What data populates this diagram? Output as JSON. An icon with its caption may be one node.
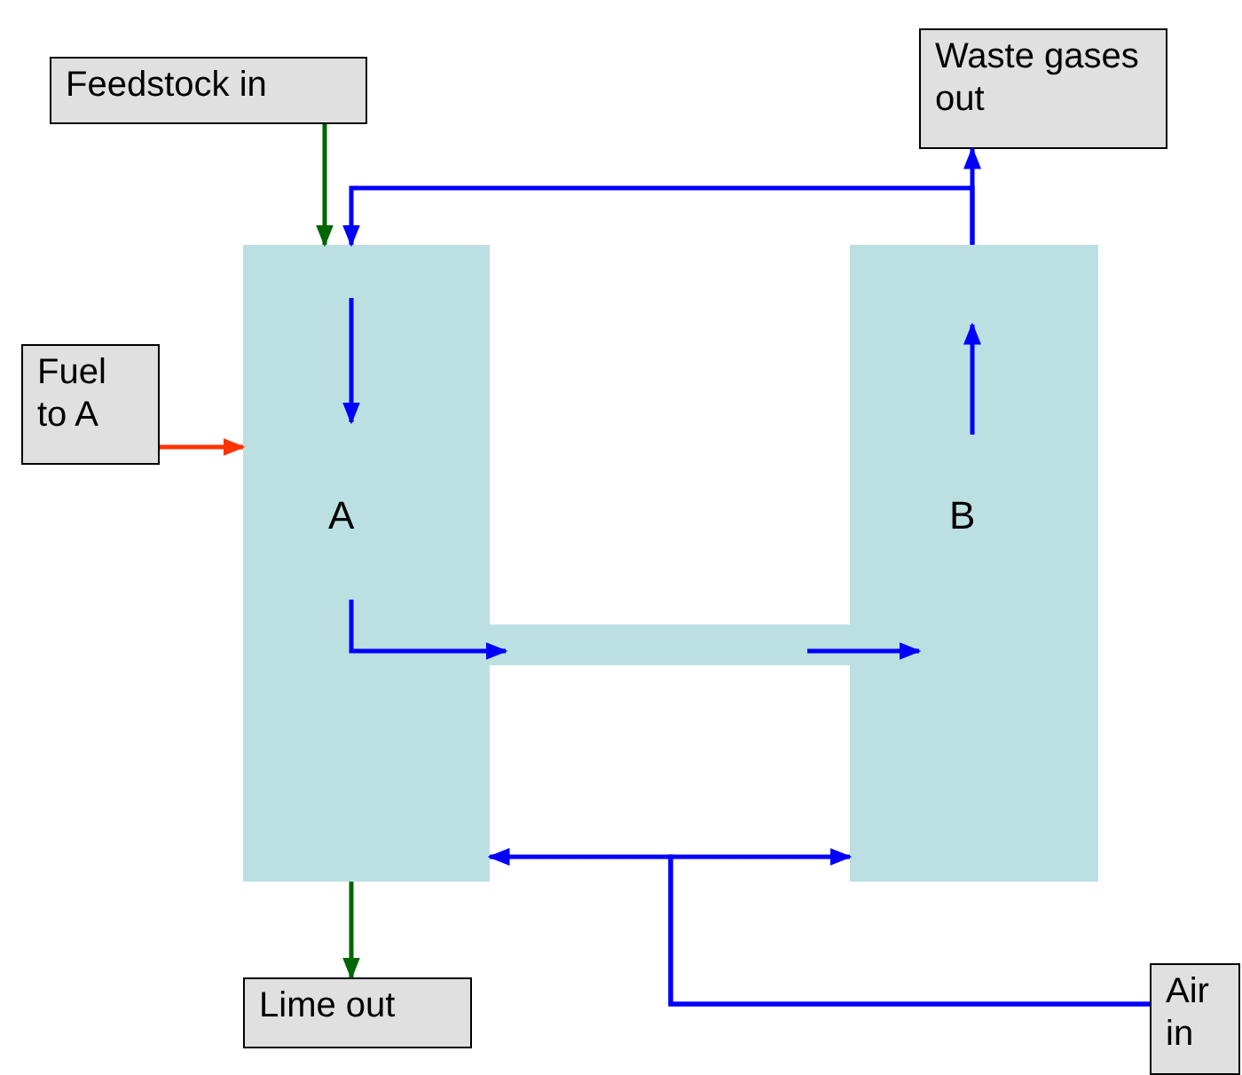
{
  "diagram": {
    "nodes": [
      {
        "text": [
          "Feedstock in"
        ]
      },
      {
        "text": [
          "Waste gases out"
        ]
      },
      {
        "text": [
          "Fuel to A"
        ]
      },
      {
        "text": [
          "A"
        ]
      },
      {
        "text": [
          "B"
        ]
      },
      {
        "text": [],
        "shape": "box"
      },
      {
        "text": [
          "Lime out"
        ]
      },
      {
        "text": [
          "Air in"
        ]
      }
    ],
    "edges": [
      {
        "from": 0,
        "to": 3,
        "arrow": "to",
        "color": "#006600"
      },
      {
        "from": 4,
        "to": 1,
        "arrow": "to"
      },
      {
        "from": 4,
        "to": 3,
        "arrow": "to"
      },
      {
        "from": 2,
        "to": 3,
        "arrow": "to",
        "color": "#ff3300"
      },
      {
        "from": 3,
        "to": 6,
        "arrow": "to",
        "color": "#006600"
      },
      {
        "from": 7,
        "to": 3,
        "arrow": "to"
      },
      {
        "from": 7,
        "to": 4,
        "arrow": "to"
      },
      {
        "from": 3,
        "to": 5,
        "arrow": "to"
      },
      {
        "from": 5,
        "to": 4,
        "arrow": "to"
      }
    ]
  }
}
